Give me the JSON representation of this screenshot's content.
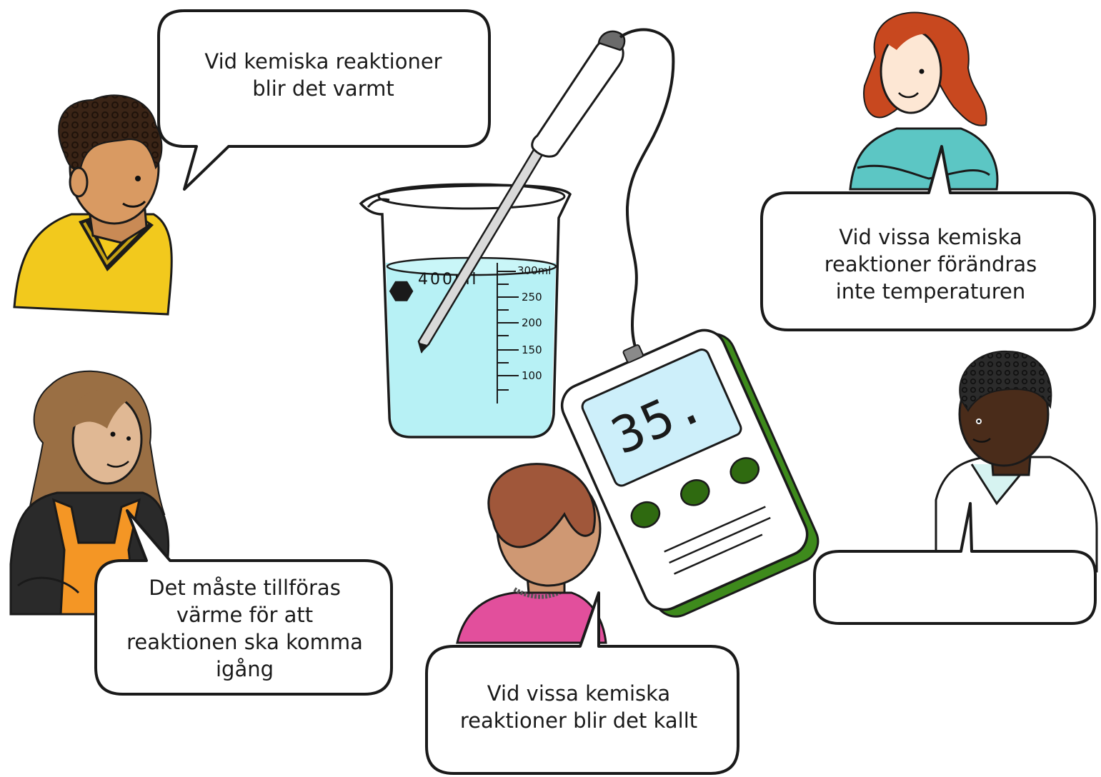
{
  "bubbles": {
    "b1": "Vid kemiska reaktioner\nblir det varmt",
    "b2": "Vid vissa kemiska\nreaktioner förändras\ninte temperaturen",
    "b3": "Det måste tillföras\nvärme för att\nreaktionen ska komma\nigång",
    "b4": "Vid vissa kemiska\nreaktioner blir det kallt",
    "b5": ""
  },
  "beaker": {
    "volume_label": "400ml",
    "scale": [
      "300ml",
      "250",
      "200",
      "150",
      "100"
    ]
  },
  "meter": {
    "reading": "35."
  },
  "colors": {
    "water": "#b7f1f5",
    "meter_screen": "#cdeffa",
    "meter_body": "#3e8a1c",
    "meter_button": "#2f6a10",
    "shirt_yellow": "#f2c91d",
    "shirt_teal": "#5cc6c4",
    "apron_orange": "#f49625",
    "shirt_pink": "#e24f9c",
    "shirt_white": "#ffffff"
  }
}
